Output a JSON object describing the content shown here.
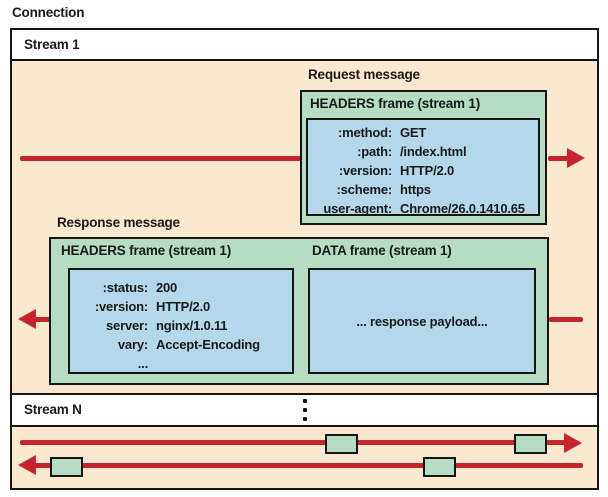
{
  "connection_label": "Connection",
  "streams": {
    "stream1_label": "Stream 1",
    "streamN_label": "Stream N"
  },
  "request": {
    "message_label": "Request message",
    "frame_title": "HEADERS frame (stream 1)",
    "headers": [
      {
        "key": ":method:",
        "value": "GET"
      },
      {
        "key": ":path:",
        "value": "/index.html"
      },
      {
        "key": ":version:",
        "value": "HTTP/2.0"
      },
      {
        "key": ":scheme:",
        "value": "https"
      },
      {
        "key": "user-agent:",
        "value": "Chrome/26.0.1410.65"
      }
    ]
  },
  "response": {
    "message_label": "Response message",
    "headers_frame_title": "HEADERS frame (stream 1)",
    "data_frame_title": "DATA frame (stream 1)",
    "headers": [
      {
        "key": ":status:",
        "value": "200"
      },
      {
        "key": ":version:",
        "value": "HTTP/2.0"
      },
      {
        "key": "server:",
        "value": "nginx/1.0.11"
      },
      {
        "key": "vary:",
        "value": "Accept-Encoding"
      },
      {
        "key": "...",
        "value": ""
      }
    ],
    "payload_text": "... response payload..."
  },
  "colors": {
    "lane_background": "#fbe8d1",
    "frame_green": "#b6dcc4",
    "box_blue": "#b4d8e9",
    "arrow_red": "#c4262c",
    "border_black": "#151515"
  }
}
